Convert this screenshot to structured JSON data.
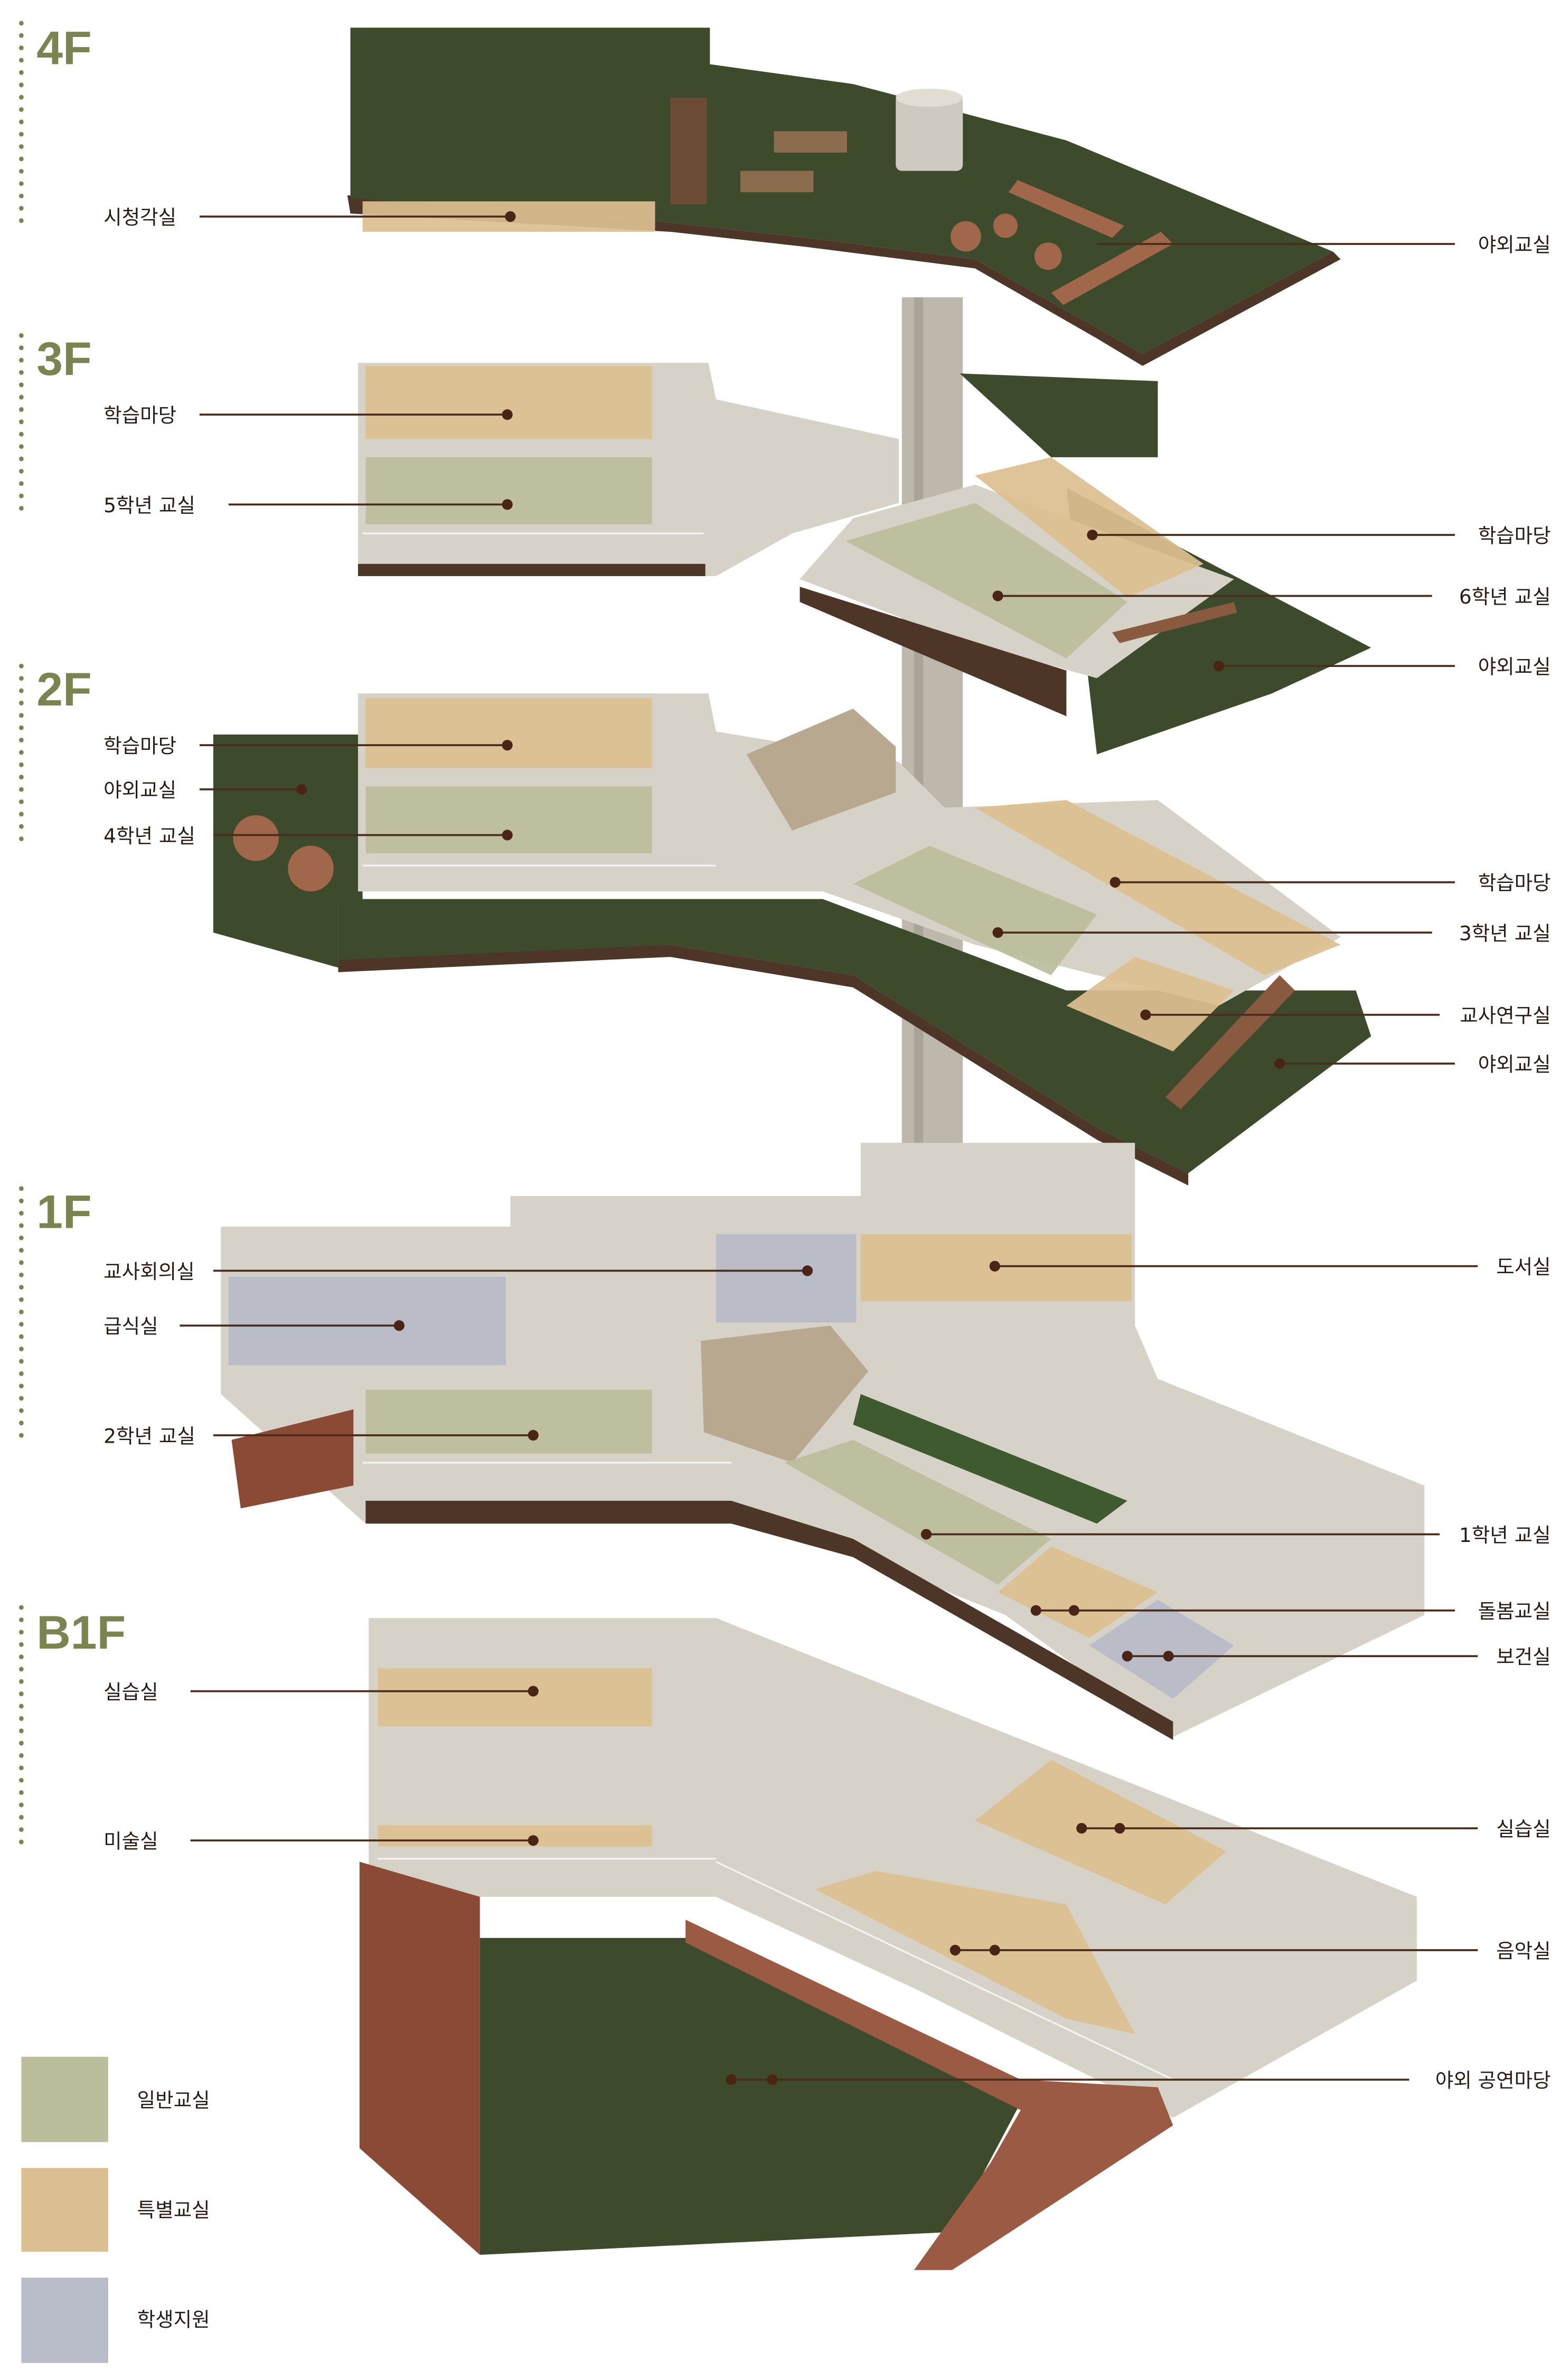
{
  "floors": {
    "f4": {
      "label": "4F",
      "left": [
        "시청각실"
      ],
      "right": [
        "야외교실"
      ]
    },
    "f3": {
      "label": "3F",
      "left": [
        "학습마당",
        "5학년 교실"
      ],
      "right": [
        "학습마당",
        "6학년 교실",
        "야외교실"
      ]
    },
    "f2": {
      "label": "2F",
      "left": [
        "학습마당",
        "야외교실",
        "4학년 교실"
      ],
      "right": [
        "학습마당",
        "3학년 교실",
        "교사연구실",
        "야외교실"
      ]
    },
    "f1": {
      "label": "1F",
      "left": [
        "교사회의실",
        "급식실",
        "2학년 교실"
      ],
      "right": [
        "도서실",
        "1학년 교실",
        "돌봄교실",
        "보건실"
      ]
    },
    "b1": {
      "label": "B1F",
      "left": [
        "실습실",
        "미술실"
      ],
      "right": [
        "실습실",
        "음악실",
        "야외 공연마당"
      ]
    }
  },
  "legend": [
    {
      "label": "일반교실",
      "color": "#bcbd9b"
    },
    {
      "label": "특별교실",
      "color": "#dcbf90"
    },
    {
      "label": "학생지원",
      "color": "#b8bcc8"
    }
  ],
  "colors": {
    "floor_label": "#7a8450",
    "leader": "#4a2c1c",
    "grass": "#3e4a2c"
  }
}
